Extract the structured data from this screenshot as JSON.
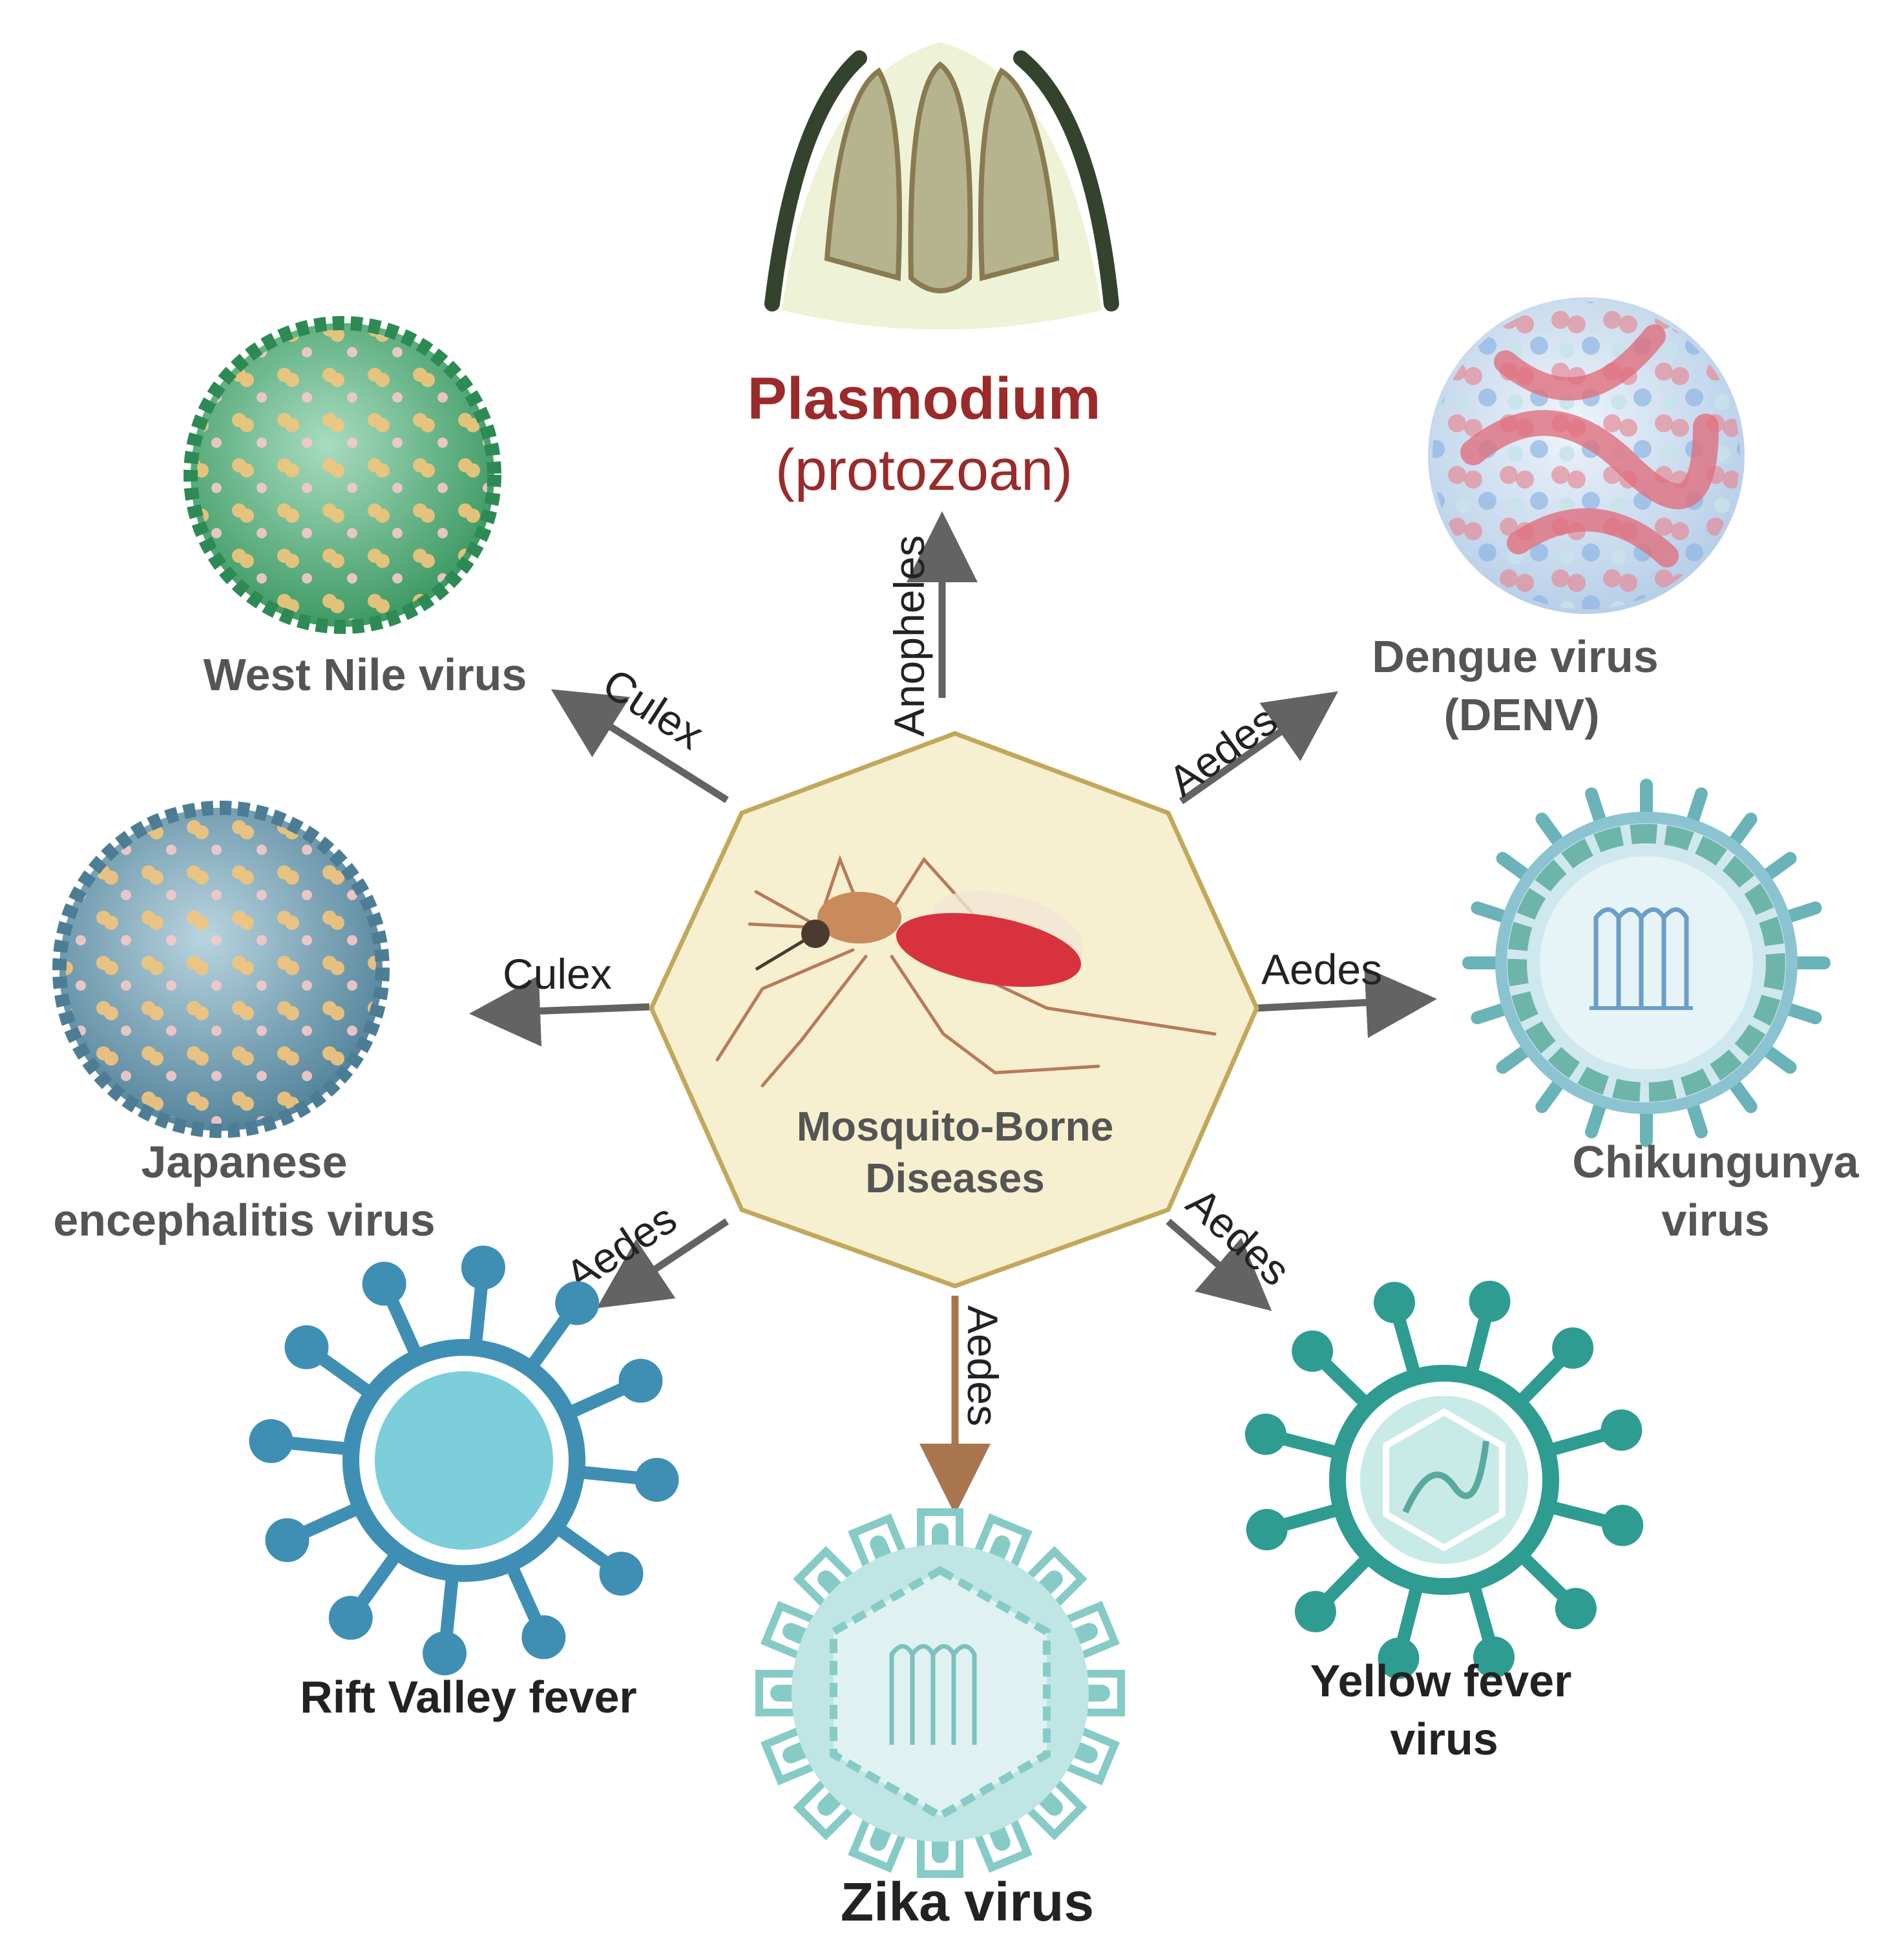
{
  "center": {
    "line1": "Mosquito-Borne",
    "line2": "Diseases"
  },
  "pathogens": {
    "plasmodium": {
      "name": "Plasmodium",
      "type": "(protozoan)",
      "vector": "Anopheles",
      "color": "#9b2a2a"
    },
    "west_nile": {
      "name": "West Nile virus",
      "vector": "Culex"
    },
    "japanese": {
      "line1": "Japanese",
      "line2": "encephalitis virus",
      "vector": "Culex"
    },
    "dengue": {
      "line1": "Dengue virus",
      "line2": "(DENV)",
      "vector": "Aedes"
    },
    "chikungunya": {
      "line1": "Chikungunya",
      "line2": "virus",
      "vector": "Aedes"
    },
    "yellow_fever": {
      "line1": "Yellow fever",
      "line2": "virus",
      "vector": "Aedes"
    },
    "zika": {
      "name": "Zika virus",
      "vector": "Aedes"
    },
    "rift_valley": {
      "name": "Rift Valley fever",
      "vector": "Aedes"
    }
  },
  "colors": {
    "arrow": "#636363",
    "zika_arrow": "#a9754f",
    "center_fill": "#f7f0d0",
    "center_stroke": "#c2a85a",
    "label_gray": "#555555",
    "label_dark": "#222222"
  }
}
